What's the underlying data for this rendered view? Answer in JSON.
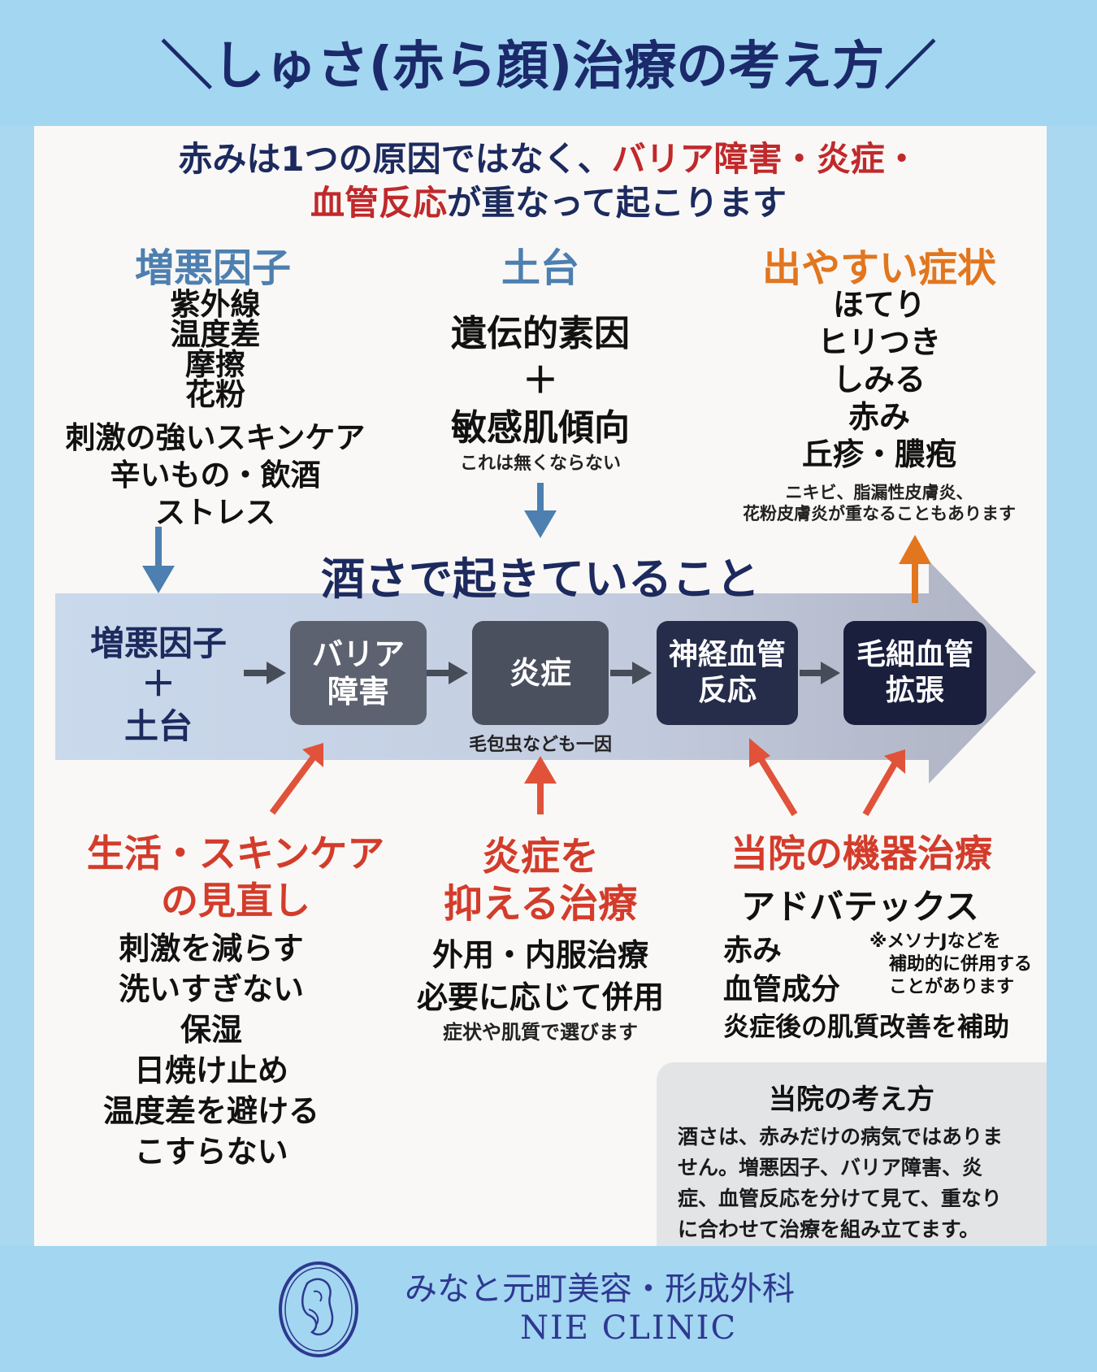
{
  "title": "＼しゅさ(赤ら顔)治療の考え方／",
  "intro": {
    "line1_a": "赤みは1つの原因ではなく、",
    "line1_b": "バリア障害・炎症・",
    "line2_a": "血管反応",
    "line2_b": "が重なって起こります"
  },
  "columns": {
    "aggravating": {
      "title": "増悪因子",
      "items": [
        "紫外線",
        "温度差",
        "摩擦",
        "花粉",
        "刺激の強いスキンケア",
        "辛いもの・飲酒",
        "ストレス"
      ]
    },
    "foundation": {
      "title": "土台",
      "item1": "遺伝的素因",
      "plus": "＋",
      "item2": "敏感肌傾向",
      "note": "これは無くならない"
    },
    "symptoms": {
      "title": "出やすい症状",
      "items": [
        "ほてり",
        "ヒリつき",
        "しみる",
        "赤み",
        "丘疹・膿疱"
      ],
      "note_line1": "ニキビ、脂漏性皮膚炎、",
      "note_line2": "花粉皮膚炎が重なることもあります"
    }
  },
  "process": {
    "heading": "酒さで起きていること",
    "start_line1": "増悪因子",
    "start_plus": "＋",
    "start_line2": "土台",
    "steps": [
      "バリア\n障害",
      "炎症",
      "神経血管\n反応",
      "毛細血管\n拡張"
    ],
    "inflammation_note": "毛包虫なども一因"
  },
  "treatments": {
    "lifestyle": {
      "title_line1": "生活・スキンケア",
      "title_line2": "の見直し",
      "items": [
        "刺激を減らす",
        "洗いすぎない",
        "保湿",
        "日焼け止め",
        "温度差を避ける",
        "こすらない"
      ]
    },
    "medical": {
      "title_line1": "炎症を",
      "title_line2": "抑える治療",
      "items": [
        "外用・内服治療",
        "必要に応じて併用"
      ],
      "note": "症状や肌質で選びます"
    },
    "device": {
      "title": "当院の機器治療",
      "device_name": "アドバテックス",
      "target1": "赤み",
      "target2": "血管成分",
      "aux_line1": "※メソナJなどを",
      "aux_line2": "補助的に併用する",
      "aux_line3": "ことがあります",
      "support": "炎症後の肌質改善を補助"
    }
  },
  "philosophy": {
    "title": "当院の考え方",
    "line1": "酒さは、赤みだけの病気ではありま",
    "line2": "せん。増悪因子、バリア障害、炎",
    "line3": "症、血管反応を分けて見て、重なり",
    "line4": "に合わせて治療を組み立てます。"
  },
  "clinic": {
    "name_jp": "みなと元町美容・形成外科",
    "name_en": "NIE CLINIC"
  },
  "colors": {
    "navy": "#1c2a5e",
    "accent_red": "#c0292b",
    "steel_blue": "#4d7fb0",
    "orange": "#e2761e",
    "arrow_red": "#e0533a",
    "banner_blue": "#a3d6f1"
  },
  "icons": [
    "arrow-down-icon",
    "arrow-right-icon",
    "arrow-up-icon",
    "clinic-logo-icon"
  ]
}
